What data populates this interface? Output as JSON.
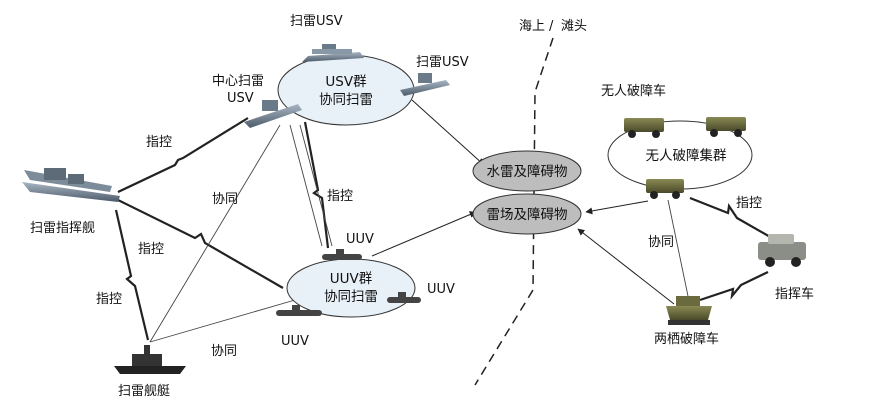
{
  "divider": {
    "sea": "海上",
    "separator": "/",
    "beach": "滩头"
  },
  "usv_group": {
    "label_line1": "USV群",
    "label_line2": "协同扫雷",
    "top_usv": "扫雷USV",
    "right_usv": "扫雷USV",
    "center_usv_line1": "中心扫雷",
    "center_usv_line2": "USV"
  },
  "uuv_group": {
    "label_line1": "UUV群",
    "label_line2": "协同扫雷",
    "uuv_top": "UUV",
    "uuv_right": "UUV",
    "uuv_bottom": "UUV"
  },
  "command_ship": "扫雷指挥舰",
  "minesweeper": "扫雷舰艇",
  "targets": {
    "mines_obstacles": "水雷及障碍物",
    "minefield_obstacles": "雷场及障碍物"
  },
  "breach_group": {
    "title": "无人破障车",
    "cluster": "无人破障集群",
    "command_vehicle": "指挥车",
    "amphibious": "两栖破障车"
  },
  "links": {
    "control_ship_usv": "指控",
    "control_ship_uuv": "指控",
    "control_ship_minesweeper": "指控",
    "control_usv_uuv": "指控",
    "control_vehicle": "指控",
    "coop_usv_minesweeper": "协同",
    "coop_minesweeper_uuv": "协同",
    "coop_vehicles": "协同"
  },
  "colors": {
    "ellipse_fill": "#e8f0f8",
    "target_fill": "#bdbdbd",
    "line": "#222222"
  }
}
